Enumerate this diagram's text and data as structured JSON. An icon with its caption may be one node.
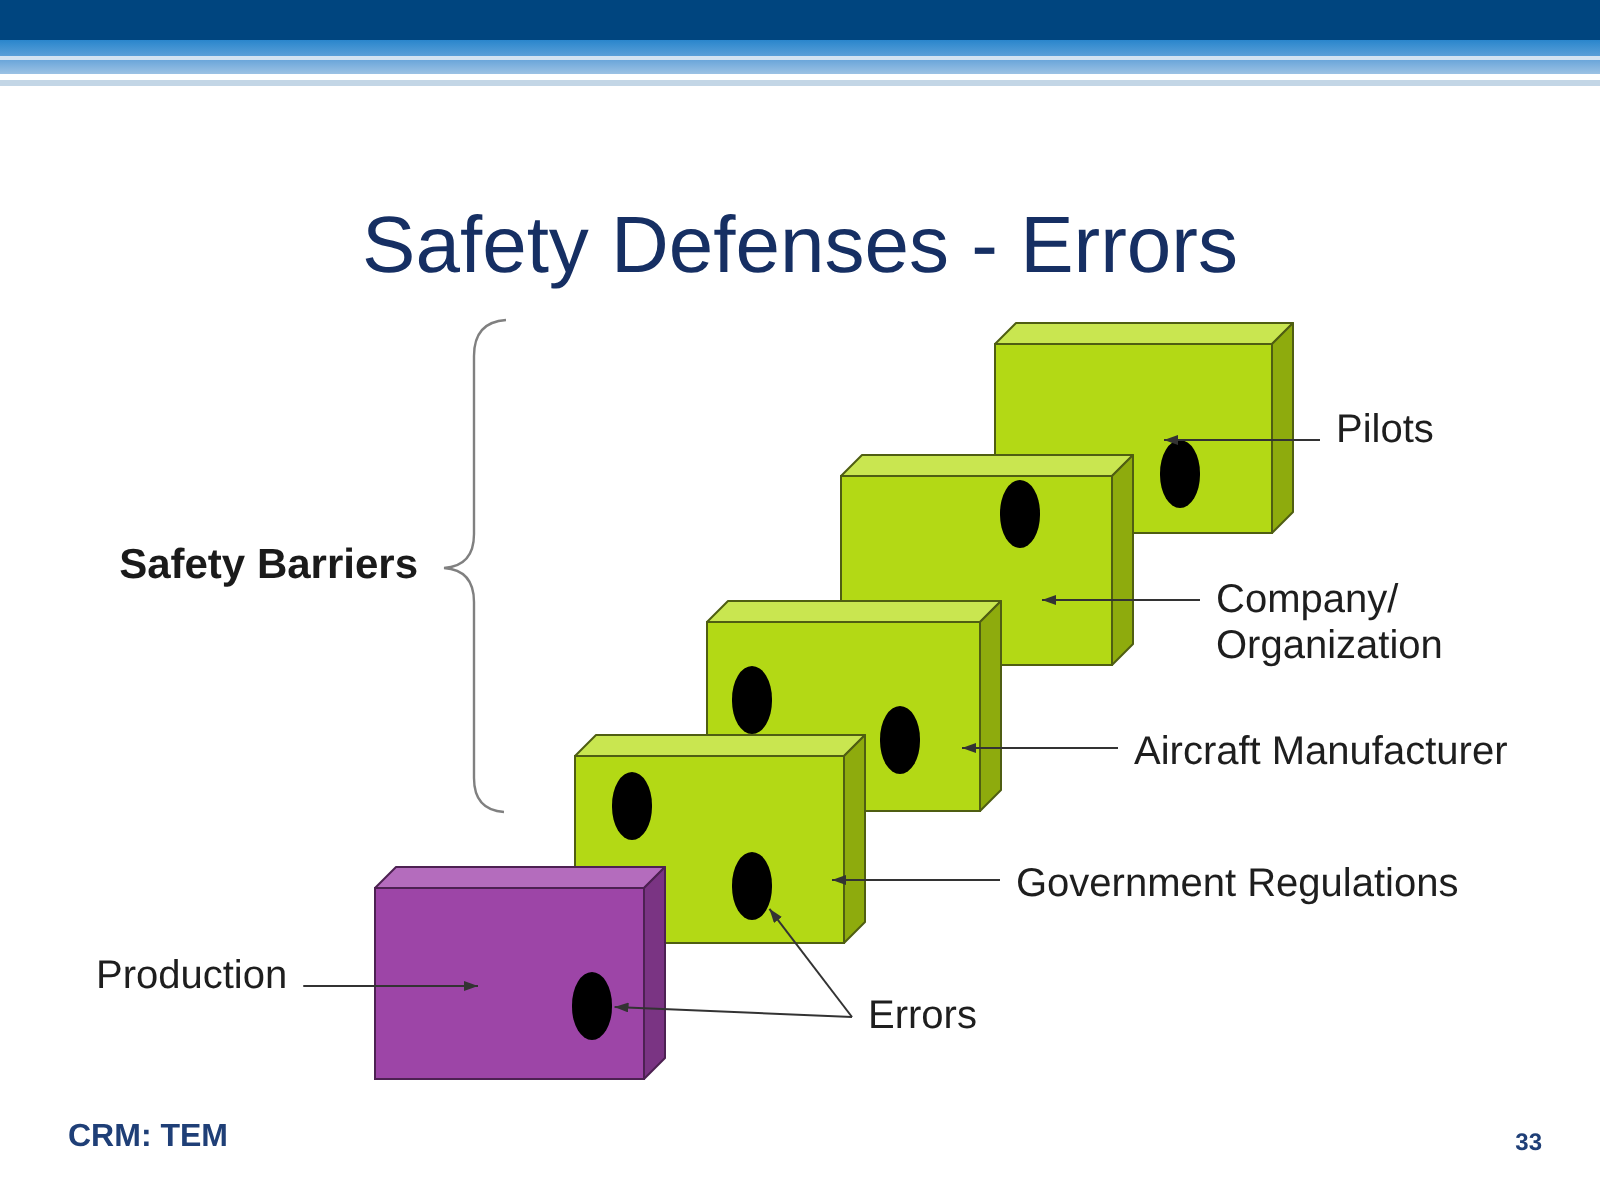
{
  "diagram": {
    "title": "Safety Defenses - Errors",
    "nodes": [
      {
        "text": [],
        "shape": "box"
      },
      {
        "text": [],
        "shape": "ellipse",
        "in": 0
      },
      {
        "text": [
          "Pilots"
        ]
      },
      {
        "text": [],
        "shape": "box"
      },
      {
        "text": [],
        "shape": "ellipse",
        "in": 3
      },
      {
        "text": [
          "Company/ Organization"
        ]
      },
      {
        "text": [],
        "shape": "box"
      },
      {
        "text": [],
        "shape": "ellipse",
        "in": 6
      },
      {
        "text": [],
        "shape": "ellipse",
        "in": 6
      },
      {
        "text": [
          "Aircraft Manufacturer"
        ]
      },
      {
        "text": [],
        "shape": "box"
      },
      {
        "text": [],
        "shape": "ellipse",
        "in": 10
      },
      {
        "text": [],
        "shape": "ellipse",
        "in": 10
      },
      {
        "text": [
          "Government Regulations"
        ]
      },
      {
        "text": [
          "Production"
        ]
      },
      {
        "text": [],
        "shape": "box"
      },
      {
        "text": [],
        "shape": "ellipse",
        "in": 15
      },
      {
        "text": [
          "Errors"
        ]
      }
    ],
    "edges": [
      {
        "from": 2,
        "to": 0,
        "arrow": "to"
      },
      {
        "from": 5,
        "to": 3,
        "arrow": "to"
      },
      {
        "from": 9,
        "to": 6,
        "arrow": "to"
      },
      {
        "from": 13,
        "to": 10,
        "arrow": "to"
      },
      {
        "from": 14,
        "to": 15,
        "arrow": "to"
      },
      {
        "from": 17,
        "to": 12,
        "arrow": "to"
      },
      {
        "from": 17,
        "to": 16,
        "arrow": "to"
      }
    ],
    "labels": [
      "Safety Barriers",
      "CRM: TEM",
      "33"
    ]
  }
}
